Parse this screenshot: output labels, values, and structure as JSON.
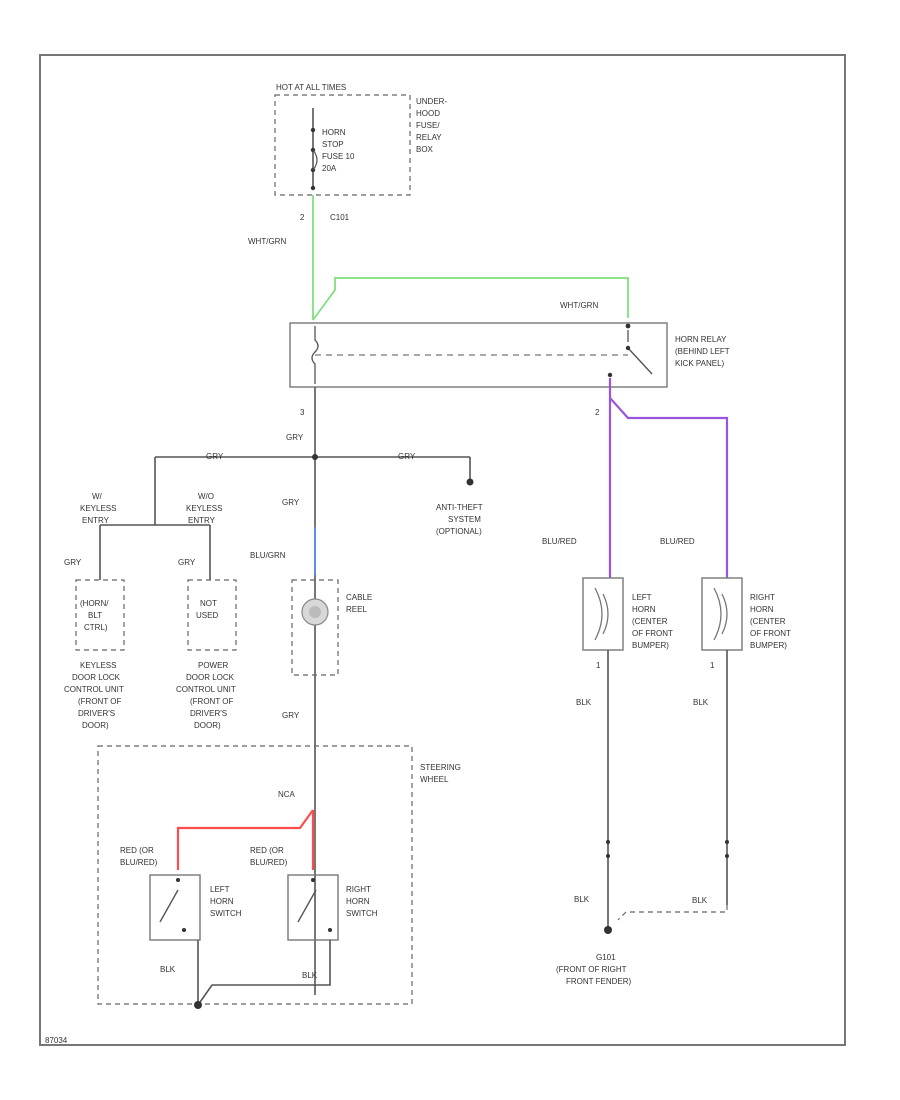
{
  "fuse_box": {
    "header": "HOT AT ALL TIMES",
    "label": [
      "UNDER-",
      "HOOD",
      "FUSE/",
      "RELAY",
      "BOX"
    ],
    "fuse": [
      "HORN",
      "STOP",
      "FUSE 10",
      "20A"
    ]
  },
  "wires": {
    "pin_fuse": "2",
    "conn_fuse": "C101",
    "wht_grn_1": "WHT/GRN",
    "wht_grn_2": "WHT/GRN",
    "pin_relay_left": "3",
    "pin_relay_right": "2",
    "gry_main": "GRY",
    "gry_left": "GRY",
    "gry_right": "GRY",
    "gry_down": "GRY",
    "gry_keyless1": "GRY",
    "gry_keyless2": "GRY",
    "blu_grn": "BLU/GRN",
    "gry_low": "GRY",
    "nca": "NCA",
    "red_blured_1": [
      "RED (OR",
      "BLU/RED)"
    ],
    "red_blured_2": [
      "RED (OR",
      "BLU/RED)"
    ],
    "blu_red_1": "BLU/RED",
    "blu_red_2": "BLU/RED",
    "blk_1": "BLK",
    "blk_2": "BLK",
    "blk_3": "BLK",
    "blk_4": "BLK",
    "blk_5": "BLK",
    "blk_6": "BLK",
    "pin_horn_l": "1",
    "pin_horn_r": "1"
  },
  "horn_relay": [
    "HORN RELAY",
    "(BEHIND LEFT",
    "KICK PANEL)"
  ],
  "anti_theft": [
    "ANTI-THEFT",
    "SYSTEM",
    "(OPTIONAL)"
  ],
  "keyless": {
    "w_label": [
      "W/",
      "KEYLESS",
      "ENTRY"
    ],
    "wo_label": [
      "W/O",
      "KEYLESS",
      "ENTRY"
    ],
    "unit1_box": [
      "(HORN/",
      "BLT",
      "CTRL)"
    ],
    "unit2_box": [
      "NOT",
      "USED"
    ],
    "unit1_desc": [
      "KEYLESS",
      "DOOR LOCK",
      "CONTROL UNIT",
      "(FRONT OF",
      "DRIVER'S",
      "DOOR)"
    ],
    "unit2_desc": [
      "POWER",
      "DOOR LOCK",
      "CONTROL UNIT",
      "(FRONT OF",
      "DRIVER'S",
      "DOOR)"
    ]
  },
  "cable_reel": [
    "CABLE",
    "REEL"
  ],
  "steering_wheel": [
    "STEERING",
    "WHEEL"
  ],
  "left_horn_switch": [
    "LEFT",
    "HORN",
    "SWITCH"
  ],
  "right_horn_switch": [
    "RIGHT",
    "HORN",
    "SWITCH"
  ],
  "left_horn": [
    "LEFT",
    "HORN",
    "(CENTER",
    "OF FRONT",
    "BUMPER)"
  ],
  "right_horn": [
    "RIGHT",
    "HORN",
    "(CENTER",
    "OF FRONT",
    "BUMPER)"
  ],
  "ground": [
    "G101",
    "(FRONT OF RIGHT",
    "FRONT FENDER)"
  ],
  "footer_code": "87034",
  "colors": {
    "wht_grn": "#7fe07f",
    "blu_grn": "#5b8fe0",
    "blu_red": "#9a55e0",
    "red": "#ff4d4d",
    "frame": "#777777"
  }
}
